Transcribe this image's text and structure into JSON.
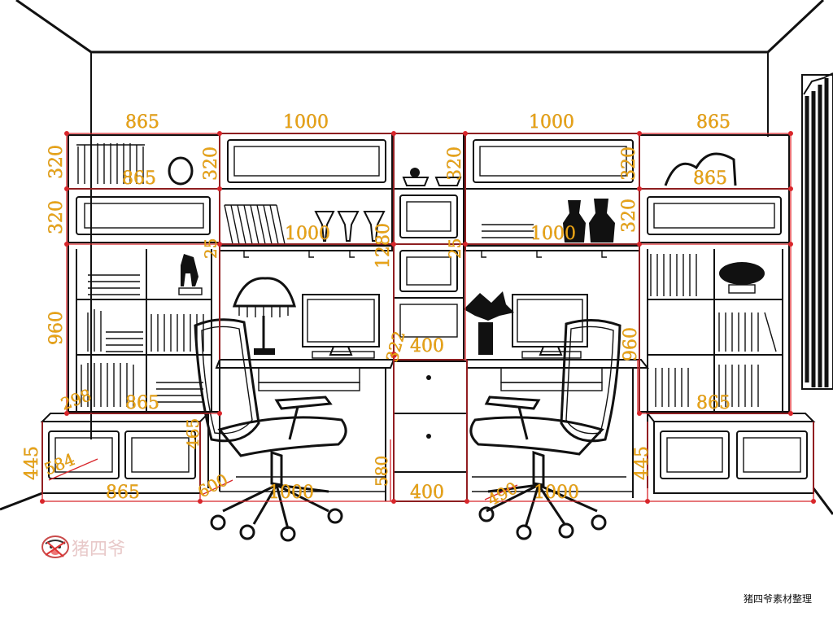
{
  "dimensions": {
    "top_left_width": "865",
    "top_mid_left_width": "1000",
    "top_mid_right_width": "1000",
    "top_right_width": "865",
    "left_height_upper": "320",
    "left_height_lower": "320",
    "left_inner_width": "865",
    "left_cab_height_a": "320",
    "center_height_upper": "320",
    "right_cab_height_a": "320",
    "right_inner_width": "865",
    "mid_left_shelf": "1000",
    "mid_right_shelf": "1000",
    "center_tall": "1280",
    "right_height_lower": "320",
    "shelf_gap_left": "25",
    "shelf_gap_right": "25",
    "left_bookcase_height": "960",
    "right_bookcase_height": "960",
    "desk_height": "322",
    "drawer_width_top": "400",
    "left_base_inset": "298",
    "left_bookcase_width": "865",
    "right_bookcase_width": "865",
    "left_base_height": "445",
    "right_base_height": "445",
    "left_base_depth": "584",
    "leg_gap": "465",
    "left_base_width": "865",
    "left_knee_depth": "600",
    "left_desk_width": "1000",
    "drawer_unit_height": "580",
    "drawer_width_bottom": "400",
    "right_knee_depth": "490",
    "right_desk_width": "1000"
  },
  "watermark": {
    "logo_text": "猪四爷"
  },
  "caption": "猪四爷素材整理",
  "colors": {
    "dimension_text": "#e8a317",
    "dimension_line": "#d8262b",
    "line_art": "#111111"
  }
}
